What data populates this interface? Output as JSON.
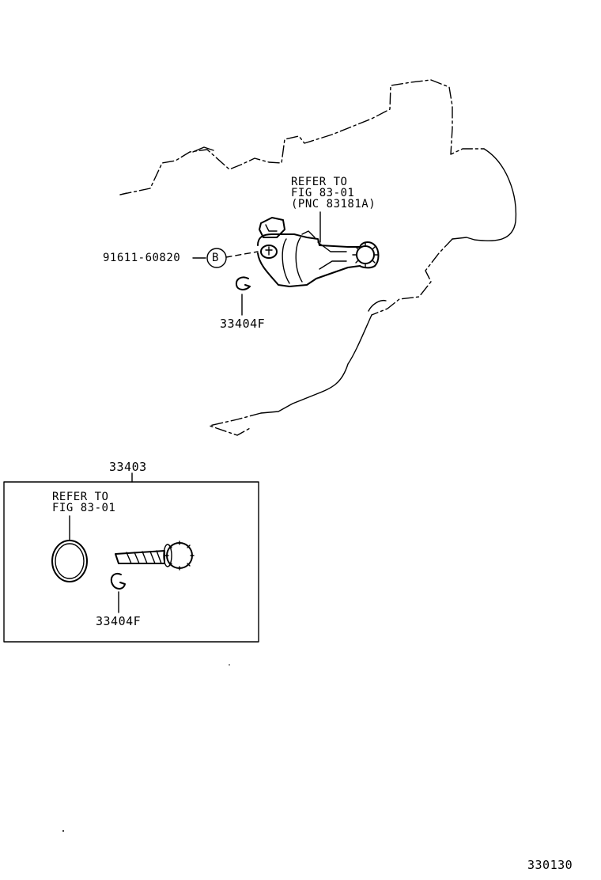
{
  "labels": {
    "refer_fig_main": {
      "line1": "REFER TO",
      "line2": "FIG 83-01",
      "line3": "(PNC 83181A)"
    },
    "bolt_part": "91611-60820",
    "bolt_callout": "B",
    "clip_part_top": "33404F",
    "kit_part": "33403",
    "refer_fig_kit": {
      "line1": "REFER TO",
      "line2": "FIG 83-01"
    },
    "clip_part_kit": "33404F",
    "figure_code": "330130"
  }
}
